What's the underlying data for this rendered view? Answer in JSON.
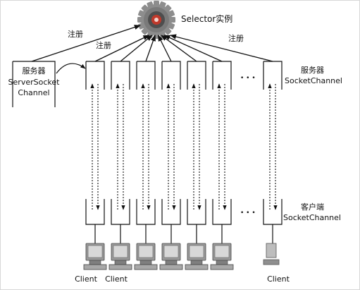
{
  "labels": {
    "selector": "Selector实例",
    "register_left": "注册",
    "register_mid": "注册",
    "register_right": "注册",
    "server_line1": "服务器",
    "server_line2": "ServerSocket",
    "server_line3": "Channel",
    "server_channel_line1": "服务器",
    "server_channel_line2": "SocketChannel",
    "client_channel_line1": "客户端",
    "client_channel_line2": "SocketChannel",
    "ellipsis_top": "• • •",
    "ellipsis_bottom": "• • •",
    "client_1": "Client",
    "client_2": "Client",
    "client_last": "Client"
  },
  "channel_count_visible": 7,
  "colors": {
    "line": "#111111",
    "gear_outer": "#8d8d8d",
    "gear_inner": "#5a5a5a",
    "gear_hub": "#c0392b",
    "computer_body": "#9a9a9a",
    "computer_screen": "#d8d8d8"
  }
}
